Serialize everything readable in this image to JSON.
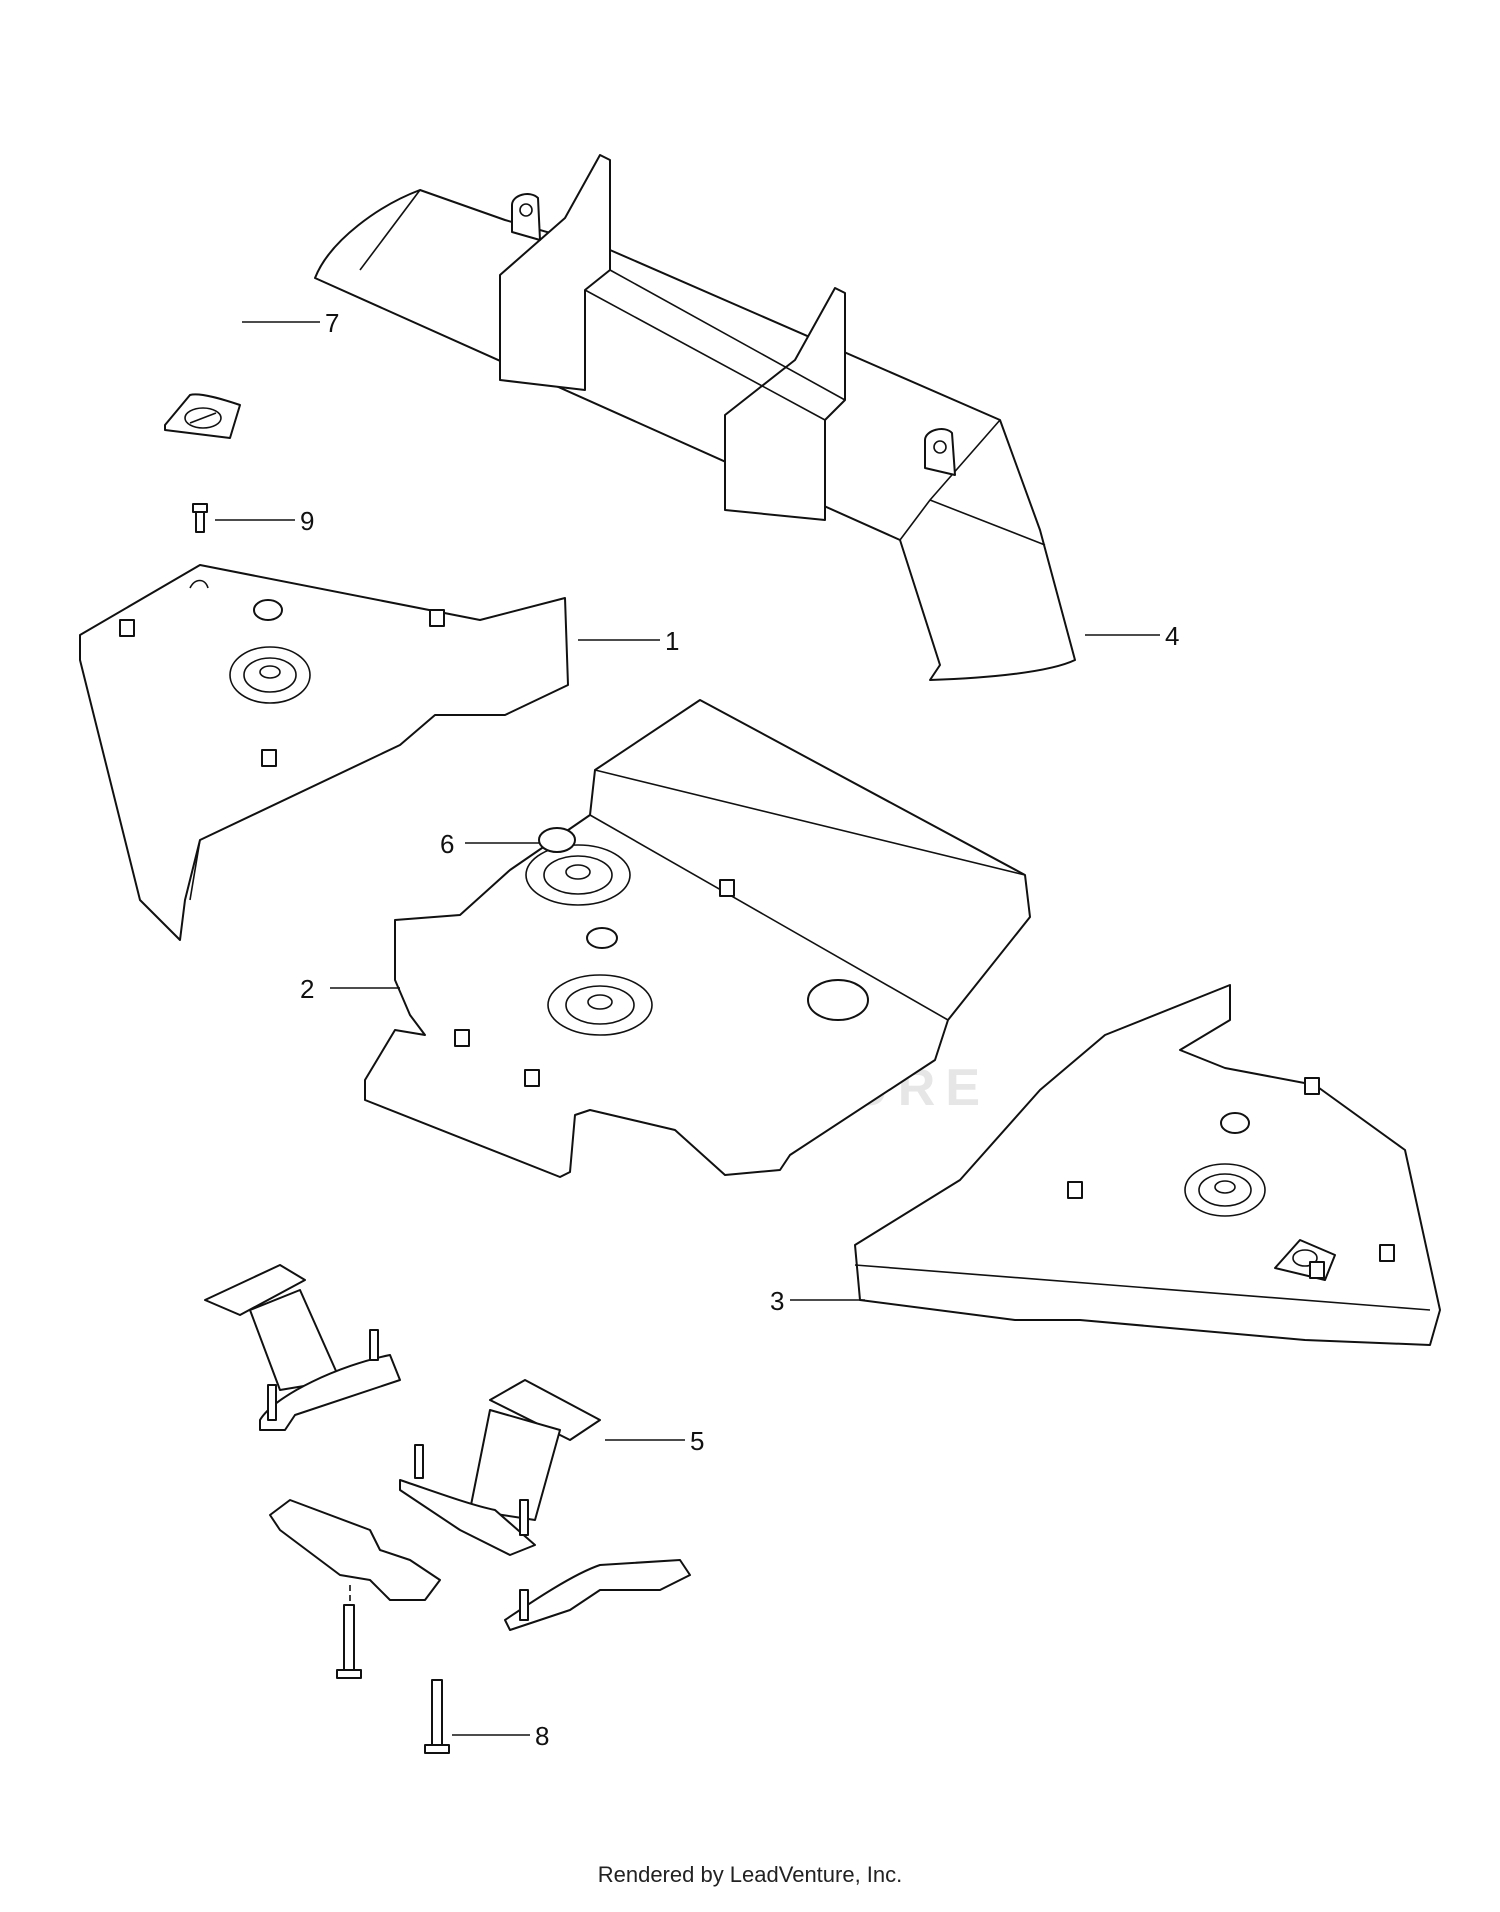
{
  "diagram": {
    "callouts": [
      "1",
      "2",
      "3",
      "4",
      "5",
      "6",
      "7",
      "8",
      "9"
    ],
    "watermark": "LEADVENTURE"
  },
  "footer": {
    "text": "Rendered by LeadVenture, Inc."
  }
}
